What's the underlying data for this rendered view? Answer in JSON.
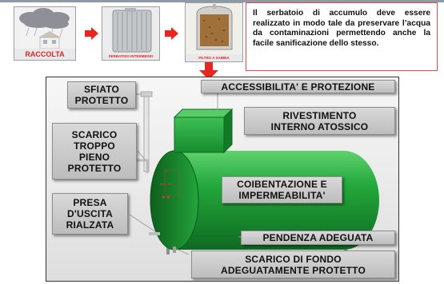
{
  "flow": {
    "steps": [
      {
        "label": "RACCOLTA"
      },
      {
        "label": "SERBATOIO INTERMEDIO"
      },
      {
        "label": "FILTRO A SABBIA"
      }
    ]
  },
  "note": {
    "text": "Il serbatoio di accumulo deve essere realizzato in modo tale da preservare l’acqua da contaminazioni permettendo anche la facile sanificazione dello stesso."
  },
  "diagram": {
    "labels": {
      "sfiato": "SFIATO\nPROTETTO",
      "accessibilita": "ACCESSIBILITA' E PROTEZIONE",
      "rivestimento": "RIVESTIMENTO\nINTERNO ATOSSICO",
      "scarico_troppo_pieno": "SCARICO\nTROPPO\nPIENO\nPROTETTO",
      "coibentazione": "COIBENTAZIONE E\nIMPERMEABILITA'",
      "presa": "PRESA\nD'USCITA\nRIALZATA",
      "pendenza": "PENDENZA ADEGUATA",
      "scarico_fondo": "SCARICO DI FONDO\nADEGUATAMENTE PROTETTO"
    },
    "tank_color": "#1f9a36",
    "arrow_color": "#e8261f"
  }
}
